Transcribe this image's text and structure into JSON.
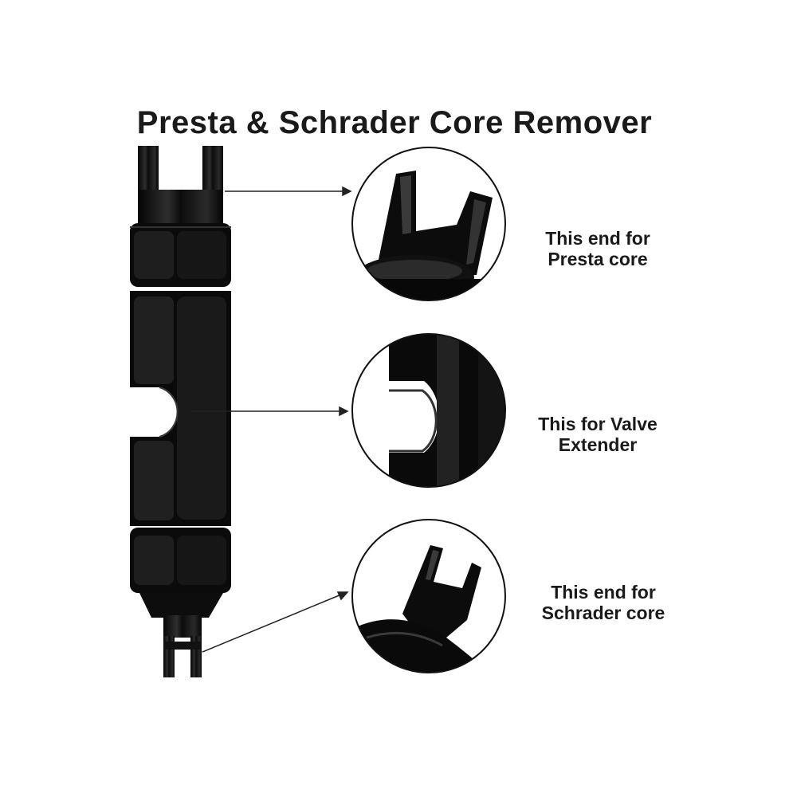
{
  "title": "Presta & Schrader Core Remover",
  "callouts": [
    {
      "line1": "This end for",
      "line2": "Presta core"
    },
    {
      "line1": "This for Valve",
      "line2": "Extender"
    },
    {
      "line1": "This end for",
      "line2": "Schrader core"
    }
  ],
  "colors": {
    "tool": "#0a0a0a",
    "highlight": "#3a3a3a",
    "text": "#1a1a1a",
    "background": "#ffffff"
  }
}
